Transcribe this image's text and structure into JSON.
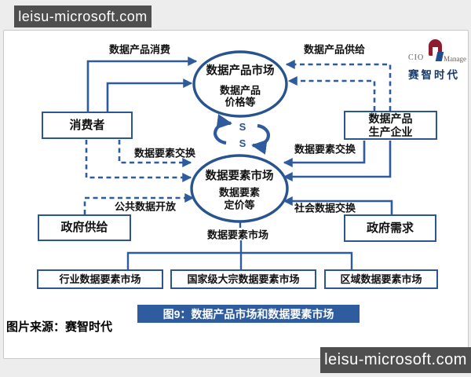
{
  "watermark": {
    "text": "leisu-microsoft.com"
  },
  "logo": {
    "cio": "CIO",
    "manage": "Manage",
    "company": "赛智时代"
  },
  "diagram": {
    "top_ellipse": {
      "title": "数据产品市场",
      "sub1": "数据产品",
      "sub2": "价格等"
    },
    "mid_ellipse": {
      "title": "数据要素市场",
      "sub1": "数据要素",
      "sub2": "定价等"
    },
    "cycle": {
      "top": "S",
      "bottom": "S"
    },
    "boxes": {
      "consumer": "消费者",
      "producer_line1": "数据产品",
      "producer_line2": "生产企业",
      "gov_supply": "政府供给",
      "gov_demand": "政府需求",
      "industry": "行业数据要素市场",
      "national": "国家级大宗数据要素市场",
      "regional": "区域数据要素市场"
    },
    "labels": {
      "product_consume": "数据产品消费",
      "product_supply": "数据产品供给",
      "factor_exchange_left": "数据要素交换",
      "factor_exchange_right": "数据要素交换",
      "public_data_open": "公共数据开放",
      "social_data_exchange": "社会数据交换",
      "factor_market": "数据要素市场"
    },
    "caption": "图9：数据产品市场和数据要素市场",
    "source": "图片来源：赛智时代"
  },
  "colors": {
    "line_blue": "#2e5b9e",
    "ellipse_blue": "#27538e",
    "caption_bg": "#2e5c9e",
    "watermark_bg": "#4f4f4f",
    "logo_red": "#8e1b2e",
    "logo_navy": "#173a6b"
  }
}
